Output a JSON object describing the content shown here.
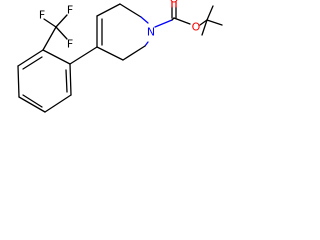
{
  "molecule": {
    "colors": {
      "bond": "#000000",
      "oxygen": "#ff0000",
      "nitrogen": "#0000ff",
      "fluorine": "#000000"
    },
    "atoms": {
      "f1": "F",
      "f2": "F",
      "f3": "F",
      "n1": "N",
      "o_carbonyl": "O",
      "o_ester": "O"
    }
  }
}
